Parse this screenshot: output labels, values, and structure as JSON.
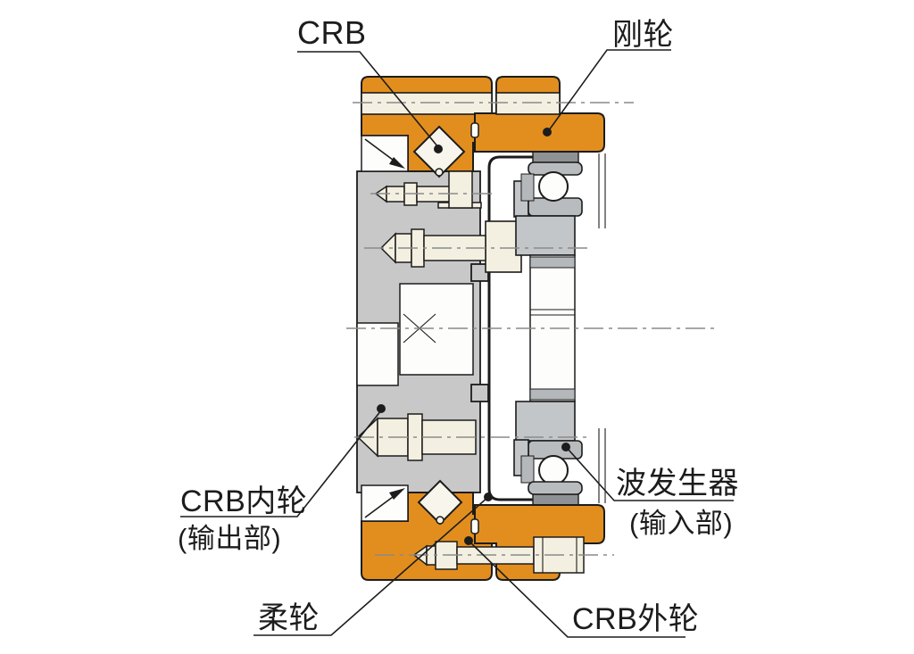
{
  "diagram_type": "mechanical-cross-section",
  "subject": "harmonic-drive-unit-with-crossed-roller-bearing",
  "labels": {
    "crb": "CRB",
    "rigid_spline": "刚轮",
    "crb_inner_ring": "CRB内轮",
    "crb_inner_ring_sub": "(输出部)",
    "flexspline": "柔轮",
    "crb_outer_ring": "CRB外轮",
    "wave_generator": "波发生器",
    "wave_generator_sub": "(输入部)"
  },
  "colors": {
    "background": "#FFFFFF",
    "housing_orange": "#E28E1E",
    "bolt_cream": "#F4F0E1",
    "metal_gray": "#C8C8C8",
    "race_gray": "#B9BCBE",
    "outline_black": "#1C1C1C",
    "centerline_gray": "#8A8A8A"
  }
}
